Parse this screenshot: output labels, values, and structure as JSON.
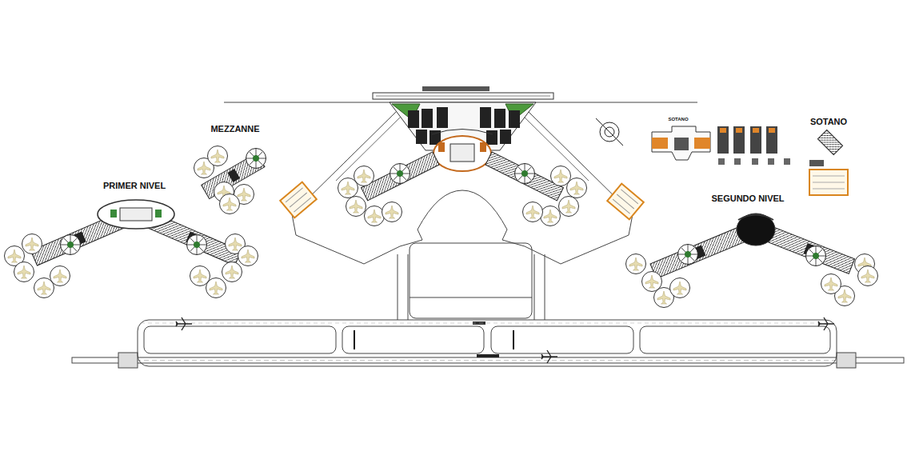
{
  "diagram": {
    "labels": [
      "MEZZANNE",
      "PRIMER NIVEL",
      "SOTANO",
      "SOTANO",
      "SEGUNDO NIVEL"
    ]
  }
}
